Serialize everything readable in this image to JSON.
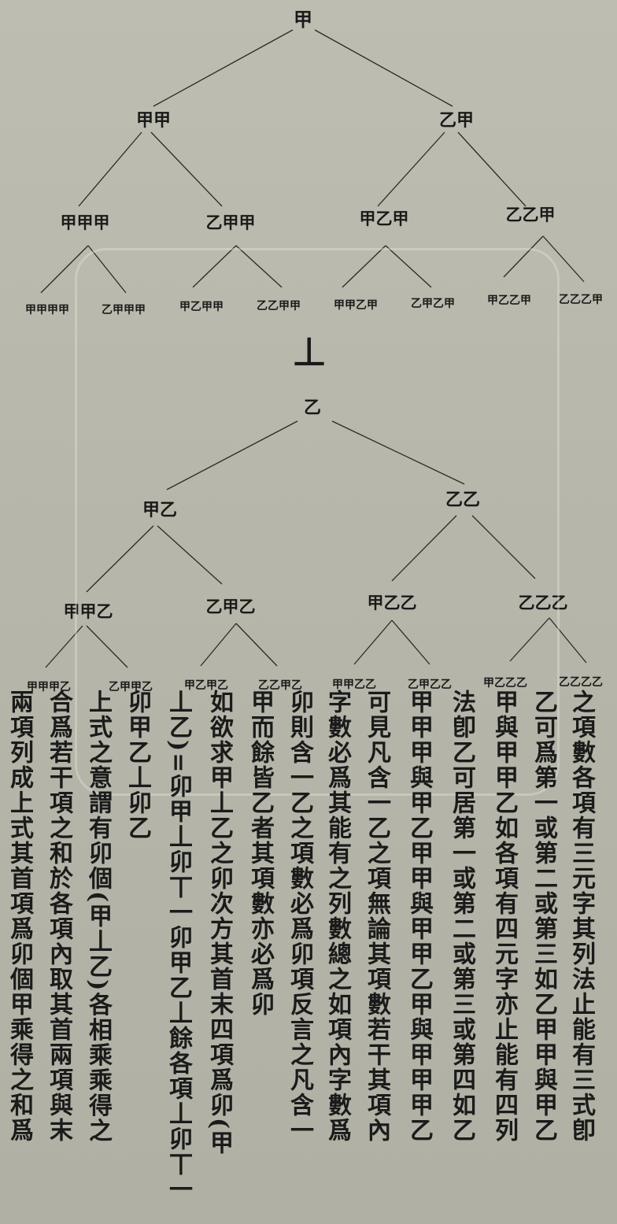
{
  "tree_top": {
    "root": "甲",
    "level2": [
      "甲甲",
      "乙甲"
    ],
    "level3": [
      "甲甲甲",
      "乙甲甲",
      "甲乙甲",
      "乙乙甲"
    ],
    "level4": [
      "甲甲甲甲",
      "乙甲甲甲",
      "甲乙甲甲",
      "乙乙甲甲",
      "甲甲乙甲",
      "乙甲乙甲",
      "甲乙乙甲",
      "乙乙乙甲"
    ]
  },
  "plus_symbol": "丄",
  "tree_bottom": {
    "root": "乙",
    "level2": [
      "甲乙",
      "乙乙"
    ],
    "level3": [
      "甲甲乙",
      "乙甲乙",
      "甲乙乙",
      "乙乙乙"
    ],
    "level4": [
      "甲甲甲乙",
      "乙甲甲乙",
      "甲乙甲乙",
      "乙乙甲乙",
      "甲甲乙乙",
      "乙甲乙乙",
      "甲乙乙乙",
      "乙乙乙乙"
    ]
  },
  "text_columns": [
    "之項數各項有三元字其列法止能有三式卽",
    "乙可爲第一或第二或第三如乙甲甲與甲乙",
    "甲與甲甲乙如各項有四元字亦止能有四列",
    "法卽乙可居第一或第二或第三或第四如乙",
    "甲甲甲與甲乙甲甲與甲甲乙甲與甲甲甲乙",
    "可見凡含一乙之項無論其項數若干其項內",
    "字數必爲其能有之列數總之如項內字數爲",
    "卯則含一乙之項數必爲卯項反言之凡含一",
    "甲而餘皆乙者其項數亦必爲卯",
    "如欲求甲丄乙之卯次方其首末四項爲卯(甲",
    "丄乙)=卯甲丄卯丅一卯甲乙丄餘各項丄卯丅一",
    "卯甲乙丄卯乙",
    "上式之意謂有卯個(甲丄乙)各相乘乘得之",
    "合爲若干項之和於各項內取其首兩項與末",
    "兩項列成上式其首項爲卯個甲乘得之和爲"
  ]
}
